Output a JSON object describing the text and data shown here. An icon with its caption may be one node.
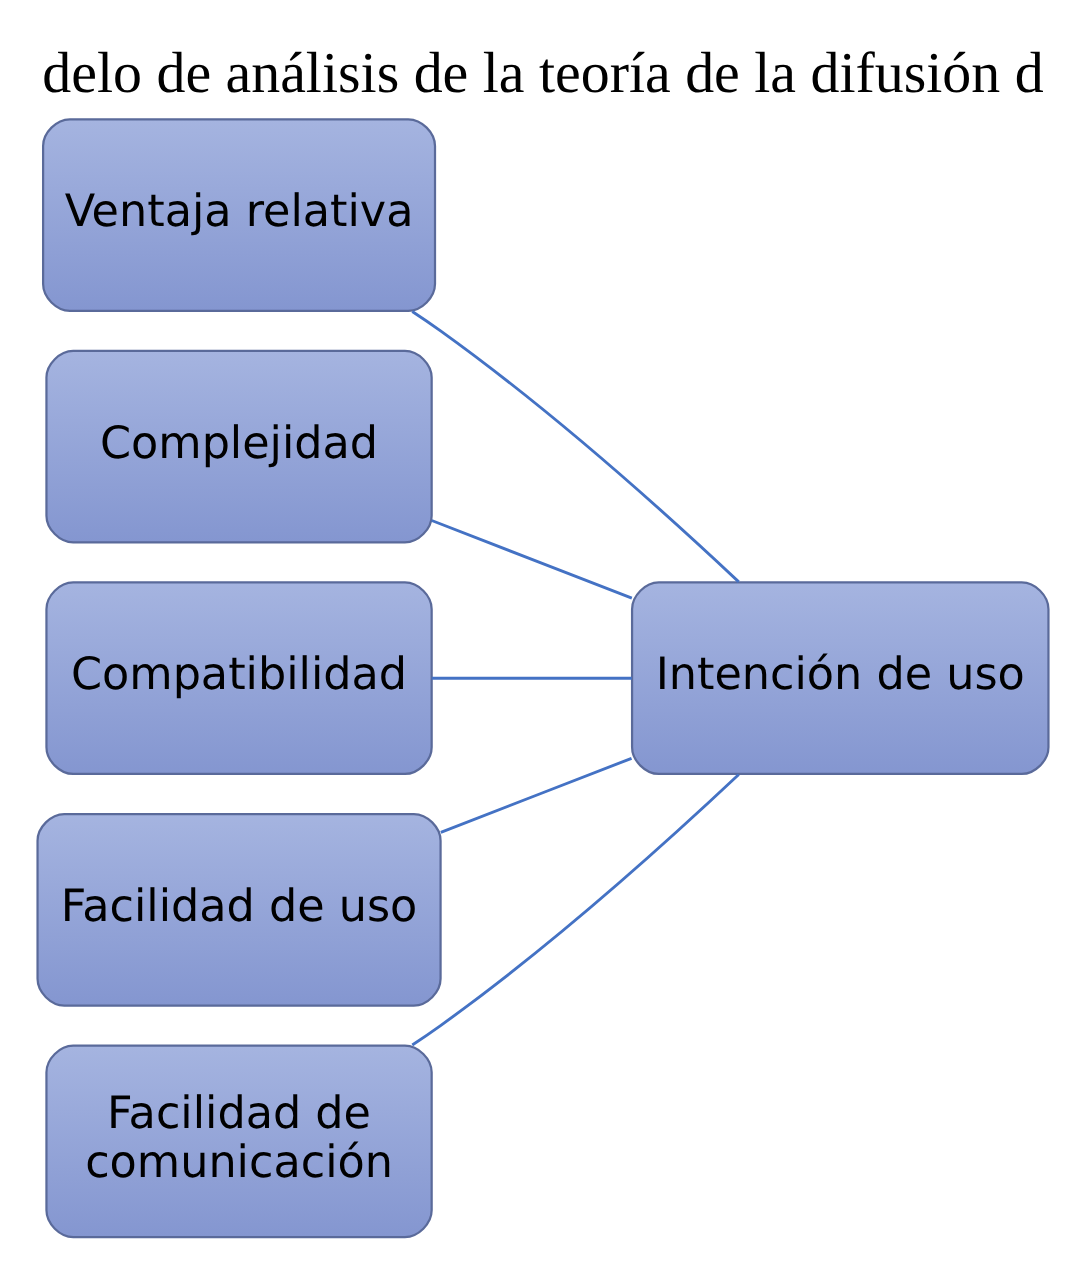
{
  "diagram": {
    "title": "delo de análisis de la teoría de la difusión d",
    "nodes": [
      {
        "text": [
          "Ventaja relativa"
        ]
      },
      {
        "text": [
          "Complejidad"
        ]
      },
      {
        "text": [
          "Compatibilidad"
        ]
      },
      {
        "text": [
          "Facilidad de uso"
        ]
      },
      {
        "text": [
          "Facilidad de comunicación"
        ]
      },
      {
        "text": [
          "Intención de uso"
        ]
      }
    ],
    "edges": [
      {
        "from": 0,
        "to": 5,
        "arrow": "none",
        "color": "#4472c4"
      },
      {
        "from": 1,
        "to": 5,
        "arrow": "none",
        "color": "#4472c4"
      },
      {
        "from": 2,
        "to": 5,
        "arrow": "none",
        "color": "#4472c4"
      },
      {
        "from": 3,
        "to": 5,
        "arrow": "none",
        "color": "#4472c4"
      },
      {
        "from": 4,
        "to": 5,
        "arrow": "none",
        "color": "#4472c4"
      }
    ]
  }
}
